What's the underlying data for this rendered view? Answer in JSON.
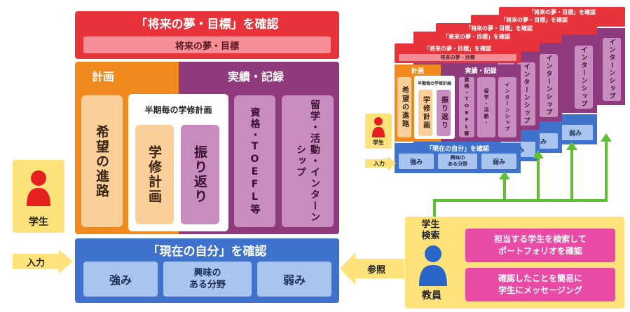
{
  "goal": {
    "title": "「将来の夢・目標」を確認",
    "subtitle": "将来の夢・目標"
  },
  "plan": {
    "label": "計画",
    "hope_path": "希望の進路",
    "semester_title": "半期毎の学修計画",
    "study_plan": "学修計画",
    "reflection": "振り返り"
  },
  "record": {
    "label": "実績・記録",
    "cert": "資格・TOEFL等",
    "intern": "留学・活動・インターンシップ"
  },
  "current_self": {
    "title": "「現在の自分」を確認",
    "strength": "強み",
    "interest_line1": "興味の",
    "interest_line2": "ある分野",
    "weakness": "弱み"
  },
  "student": {
    "label": "学生",
    "input_label": "入力"
  },
  "teacher": {
    "label": "教員",
    "search_line1": "学生",
    "search_line2": "検索",
    "reference_label": "参照",
    "action1_line1": "担当する学生を検索して",
    "action1_line2": "ポートフォリオを確認",
    "action2_line1": "確認したことを簡易に",
    "action2_line2": "学生にメッセージング"
  },
  "mini": {
    "goal_title": "「将来の夢・目標」を確認",
    "goal_sub": "将来の夢・目標",
    "plan_label": "計画",
    "record_label": "実績・記録",
    "hope": "希望の進路",
    "semester": "半期毎の学修計画",
    "study": "学修計画",
    "reflect": "振り返り",
    "cert": "資格・TOEFL等",
    "intern": "留学・活動・",
    "intern2": "インターンシップ",
    "self_title": "「現在の自分」を確認",
    "strength": "強み",
    "interest1": "興味の",
    "interest2": "ある分野",
    "weakness": "弱み",
    "student": "学生",
    "input": "入力"
  },
  "colors": {
    "red": "#e8333a",
    "orange": "#f08a1e",
    "purple": "#8f3a7c",
    "blue": "#3f72cc",
    "yellow": "#ffe27a",
    "pink": "#e84aa6",
    "green": "#5cc233"
  }
}
